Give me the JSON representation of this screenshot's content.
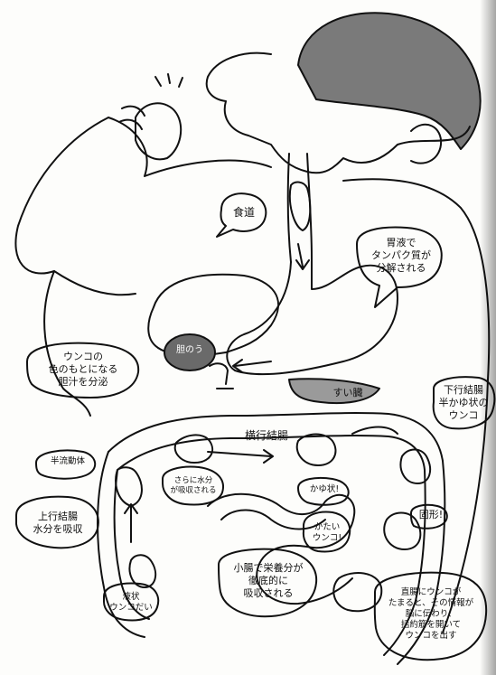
{
  "labels": {
    "esophagus": "食道",
    "stomach": "胃液で\nタンパク質が\n分解される",
    "gallbladder": "胆のう",
    "bile": "ウンコの\n色のもとになる\n胆汁を分泌",
    "pancreas": "すい臓",
    "transverse_colon": "横行結腸",
    "descending_colon": "下行結腸\n半かゆ状の\nウンコ",
    "semi_fluid": "半流動体",
    "ascending_colon": "上行結腸\n水分を吸収",
    "more_water": "さらに水分\nが吸収される",
    "porridge": "かゆ状!",
    "hard_poop": "かたい\nウンコ!",
    "solid": "固形!",
    "liquid": "液状\nウンコだい",
    "small_intestine": "小腸で栄養分が\n徹底的に\n吸収される",
    "rectum": "直腸にウンコが\nたまると、その情報が\n脳に伝わり、\n括約筋を開いて\nウンコを出す"
  },
  "colors": {
    "ink": "#111111",
    "paper": "#fdfdfb",
    "gallbladder_fill": "#6a6a6a",
    "pancreas_fill": "#9a9a9a",
    "hair_fill": "#7a7a7a"
  }
}
